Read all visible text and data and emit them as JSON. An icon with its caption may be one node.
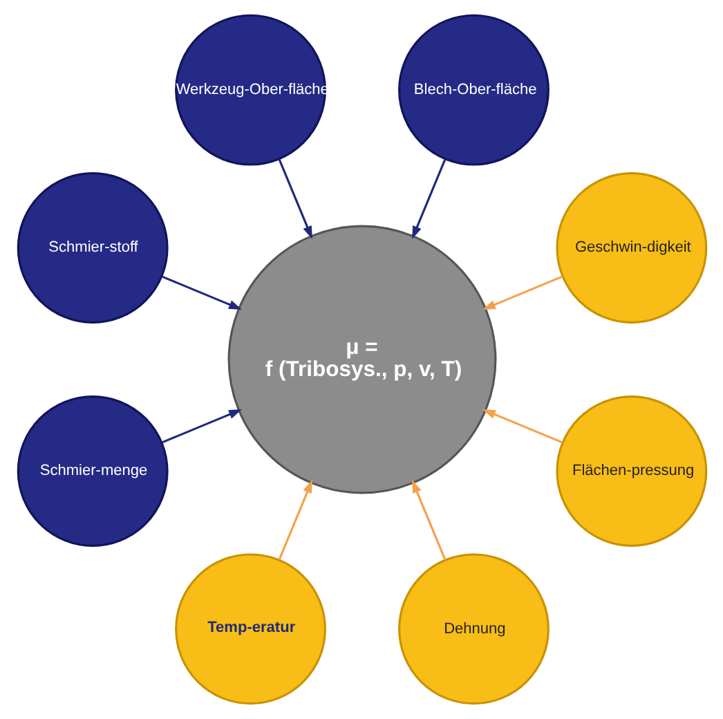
{
  "diagram": {
    "nodes": [
      {
        "text": [
          "μ =",
          "f (Tribosys., p, v, T)"
        ]
      },
      {
        "text": [
          "Geschwin-digkeit"
        ]
      },
      {
        "text": [
          "Blech-Ober-fläche"
        ]
      },
      {
        "text": [
          "Werkzeug-Ober-fläche"
        ]
      },
      {
        "text": [
          "Schmier-stoff"
        ]
      },
      {
        "text": [
          "Schmier-menge"
        ]
      },
      {
        "text": [
          "Temp-eratur"
        ]
      },
      {
        "text": [
          "Dehnung"
        ]
      },
      {
        "text": [
          "Flächen-pressung"
        ]
      }
    ],
    "edges": [
      {
        "from": 1,
        "to": 0,
        "arrow": "to",
        "color": "#f4a14a"
      },
      {
        "from": 2,
        "to": 0,
        "arrow": "to",
        "color": "#1f2a7a"
      },
      {
        "from": 3,
        "to": 0,
        "arrow": "to",
        "color": "#1f2a7a"
      },
      {
        "from": 4,
        "to": 0,
        "arrow": "to",
        "color": "#1f2a7a"
      },
      {
        "from": 5,
        "to": 0,
        "arrow": "to",
        "color": "#1f2a7a"
      },
      {
        "from": 6,
        "to": 0,
        "arrow": "to",
        "color": "#f4a14a"
      },
      {
        "from": 7,
        "to": 0,
        "arrow": "to",
        "color": "#f4a14a"
      },
      {
        "from": 8,
        "to": 0,
        "arrow": "to",
        "color": "#f4a14a"
      }
    ]
  }
}
